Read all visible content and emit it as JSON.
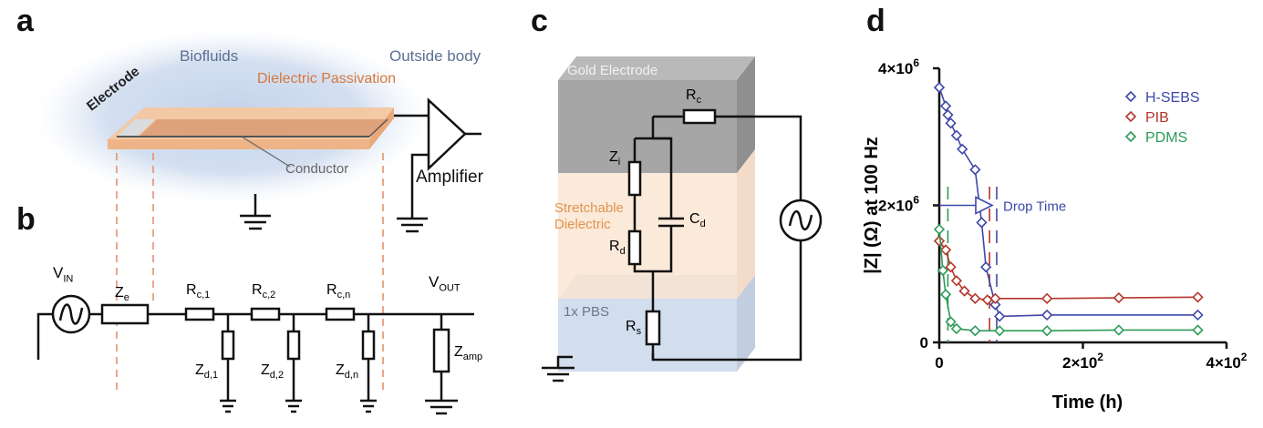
{
  "panels": {
    "a": "a",
    "b": "b",
    "c": "c",
    "d": "d"
  },
  "panel_a": {
    "biofluids": "Biofluids",
    "outside_body": "Outside body",
    "dielectric_passivation": "Dielectric Passivation",
    "electrode": "Electrode",
    "conductor": "Conductor",
    "amplifier": "Amplifier"
  },
  "panel_b": {
    "vin": "V",
    "vin_sub": "IN",
    "ze": "Z",
    "ze_sub": "e",
    "rc1": "R",
    "rc1_sub": "c,1",
    "rc2": "R",
    "rc2_sub": "c,2",
    "rcn": "R",
    "rcn_sub": "c,n",
    "vout": "V",
    "vout_sub": "OUT",
    "zd1": "Z",
    "zd1_sub": "d,1",
    "zd2": "Z",
    "zd2_sub": "d,2",
    "zdn": "Z",
    "zdn_sub": "d,n",
    "zamp": "Z",
    "zamp_sub": "amp"
  },
  "panel_c": {
    "gold": "Gold Electrode",
    "stretch1": "Stretchable",
    "stretch2": "Dielectric",
    "pbs": "1x PBS",
    "rc": "R",
    "rc_sub": "c",
    "zi": "Z",
    "zi_sub": "i",
    "cd": "C",
    "cd_sub": "d",
    "rd": "R",
    "rd_sub": "d",
    "rs": "R",
    "rs_sub": "s"
  },
  "chart_data": {
    "type": "line",
    "ylabel": "|Z| (Ω) at 100 Hz",
    "xlabel": "Time (h)",
    "xlim": [
      0,
      400
    ],
    "ylim": [
      0,
      4000000
    ],
    "x_ticks": [
      {
        "v": 0,
        "base": "0",
        "exp": ""
      },
      {
        "v": 200,
        "base": "2×10",
        "exp": "2"
      },
      {
        "v": 400,
        "base": "4×10",
        "exp": "2"
      }
    ],
    "y_ticks": [
      {
        "v": 0,
        "base": "0",
        "exp": ""
      },
      {
        "v": 2000000,
        "base": "2×10",
        "exp": "6"
      },
      {
        "v": 4000000,
        "base": "4×10",
        "exp": "6"
      }
    ],
    "annotation": "Drop Time",
    "legend_position": "top-right",
    "series": [
      {
        "name": "H-SEBS",
        "color": "#3d48a8",
        "x": [
          0,
          9,
          12,
          16,
          24,
          32,
          50,
          59,
          65,
          78,
          84,
          150,
          360
        ],
        "y": [
          3720000,
          3450000,
          3320000,
          3200000,
          3020000,
          2820000,
          2520000,
          1750000,
          1100000,
          550000,
          380000,
          400000,
          400000
        ],
        "drop_time": 80
      },
      {
        "name": "PIB",
        "color": "#b5352a",
        "x": [
          0,
          9,
          16,
          24,
          35,
          50,
          67,
          78,
          150,
          250,
          360
        ],
        "y": [
          1480000,
          1350000,
          1100000,
          900000,
          750000,
          640000,
          620000,
          640000,
          640000,
          650000,
          660000
        ],
        "drop_time": 70
      },
      {
        "name": "PDMS",
        "color": "#2e9a58",
        "x": [
          0,
          5,
          9,
          16,
          24,
          50,
          84,
          150,
          250,
          360
        ],
        "y": [
          1650000,
          1050000,
          700000,
          300000,
          200000,
          170000,
          170000,
          170000,
          180000,
          180000
        ],
        "drop_time": 12
      }
    ]
  }
}
